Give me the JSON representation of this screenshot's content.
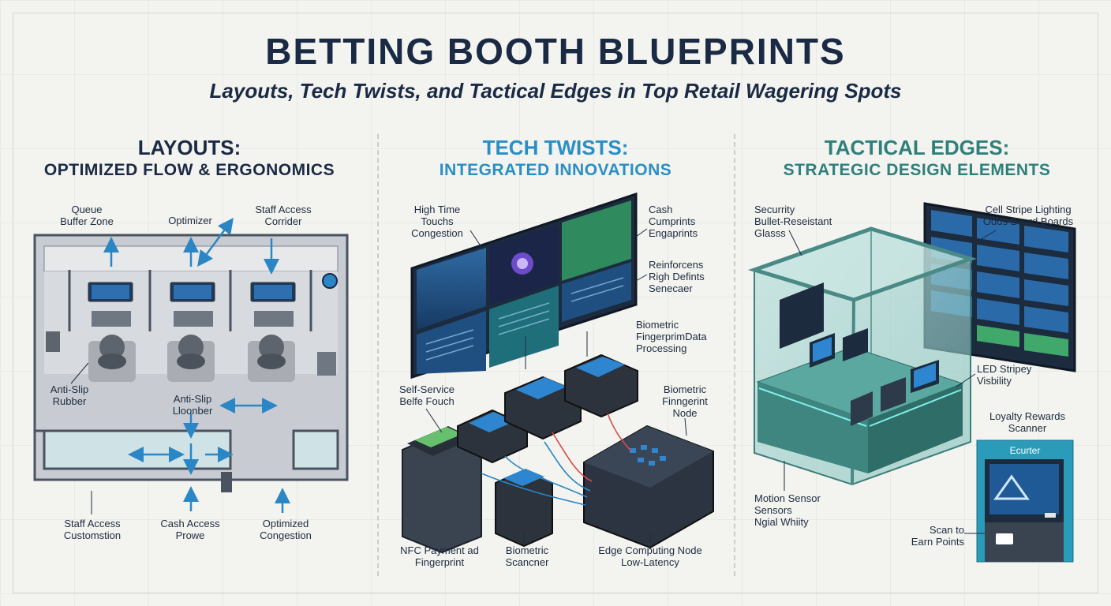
{
  "header": {
    "title": "BETTING BOOTH BLUEPRINTS",
    "subtitle": "Layouts, Tech Twists, and Tactical Edges in Top Retail Wagering Spots"
  },
  "colors": {
    "navy": "#1a2a44",
    "tech_blue": "#2a8fc4",
    "tactical_teal": "#2f7f7a",
    "arrow_blue": "#2b86c5",
    "screen_blue": "#1f4f80"
  },
  "layouts": {
    "heading": "LAYOUTS:",
    "subheading": "OPTIMIZED FLOW & ERGONOMICS",
    "labels": {
      "queue_buffer": "Queue\nBuffer Zone",
      "optimizer": "Optimizer",
      "staff_corridor": "Staff Access\nCorrider",
      "anti_slip_rubber": "Anti-Slip\nRubber",
      "anti_slip_floor": "Anti-Slip\nLloonber",
      "staff_custom": "Staff Access\nCustomstion",
      "cash_access": "Cash Access\nProwe",
      "optimized_congestion": "Optimized\nCongestion"
    }
  },
  "tech": {
    "heading": "TECH TWISTS:",
    "subheading": "INTEGRATED INNOVATIONS",
    "labels": {
      "high_time": "High Time\nTouchs\nCongestion",
      "cash_cumprints": "Cash\nCumprints\nEngaprints",
      "reinforcens": "Reinforcens\nRigh Defints\nSenecaer",
      "biometric_data": "Biometric\nFingerprimData\nProcessing",
      "self_service": "Self-Service\nBelfe Fouch",
      "biometric_node": "Biometric\nFinngerint\nNode",
      "nfc_payment": "NFC Payment ad\nFingerprint",
      "biometric_scanner": "Biometric\nScancner",
      "edge_node": "Edge Computing Node\nLow-Latency"
    }
  },
  "tactical": {
    "heading": "TACTICAL EDGES:",
    "subheading": "STRATEGIC DESIGN ELEMENTS",
    "labels": {
      "security_glass": "Securrity\nBullet-Reseistant\nGlasss",
      "cell_stripe": "Cell Stripe Lighting\nOdds Board Boards",
      "led_stripey": "LED Stripey\nVisbility",
      "loyalty": "Loyalty Rewards\nScanner",
      "motion_sensor": "Motion Sensor\nSensors\nNgial Whiity",
      "scan_to_earn": "Scan to\nEarn Points",
      "kiosk_header": "Ecurter"
    }
  }
}
